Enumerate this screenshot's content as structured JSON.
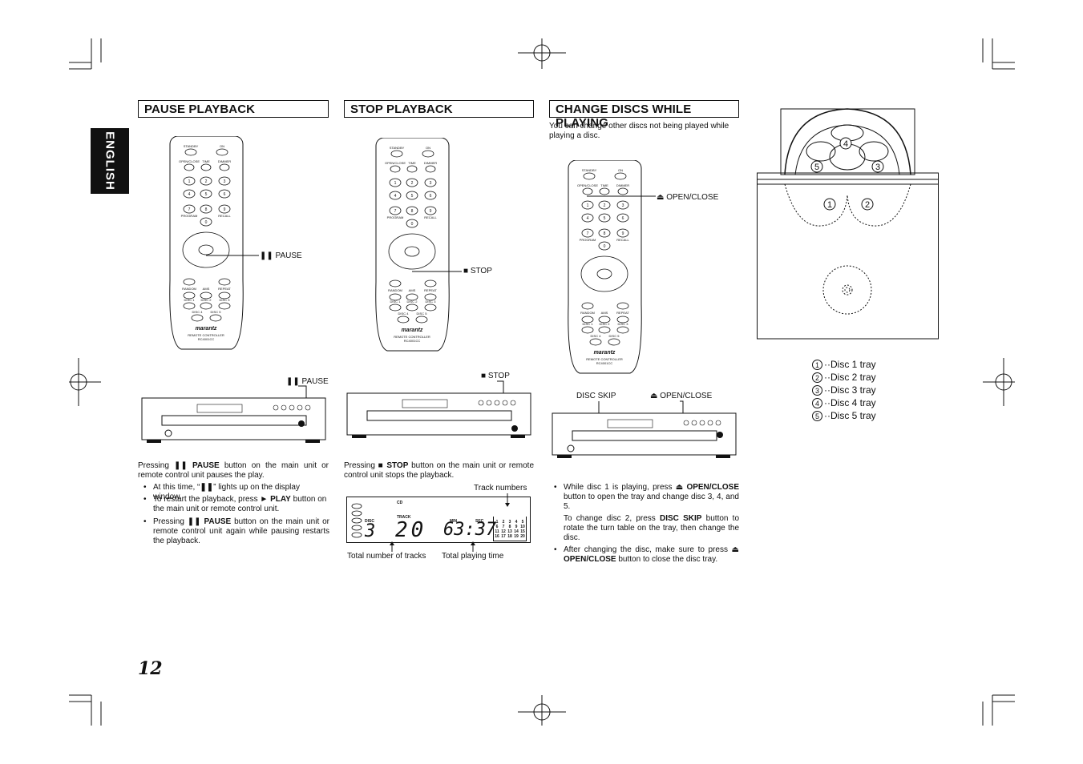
{
  "side_tab": "ENGLISH",
  "page_number": "12",
  "sections": {
    "pause": {
      "title": "PAUSE PLAYBACK",
      "remote_callout": "PAUSE",
      "unit_callout": "PAUSE",
      "body_1": "Pressing",
      "body_key": "PAUSE",
      "body_2": "button on the main unit or remote control unit pauses the play.",
      "bullet1_a": "At this time, “",
      "bullet1_b": "” lights up on the display window.",
      "bullet2_a": "To restart the playback, press",
      "bullet2_key": "PLAY",
      "bullet2_b": "button on the main unit or remote control unit.",
      "bullet3_a": "Pressing",
      "bullet3_key": "PAUSE",
      "bullet3_b": "button on the main unit or remote control unit again while pausing restarts the playback."
    },
    "stop": {
      "title": "STOP PLAYBACK",
      "remote_callout": "STOP",
      "unit_callout": "STOP",
      "body_1": "Pressing",
      "body_key": "STOP",
      "body_2": "button on the main unit or remote control unit stops the playback.",
      "track_numbers_label": "Track numbers",
      "total_tracks_label": "Total number of tracks",
      "total_time_label": "Total playing time",
      "display": {
        "cd": "CD",
        "track": "TRACK",
        "disc": "DISC",
        "min": "MIN",
        "sec": "SEC",
        "disc_digit": "3",
        "track_digits": "20",
        "time_digits": "63:37",
        "grid": [
          "1",
          "2",
          "3",
          "4",
          "5",
          "6",
          "7",
          "8",
          "9",
          "10",
          "11",
          "12",
          "13",
          "14",
          "15",
          "16",
          "17",
          "18",
          "19",
          "20"
        ]
      }
    },
    "change": {
      "title": "CHANGE DISCS WHILE PLAYING",
      "intro": "You can change other discs not being played while playing a disc.",
      "remote_callout": "OPEN/CLOSE",
      "unit_callout_skip": "DISC SKIP",
      "unit_callout_open": "OPEN/CLOSE",
      "bullet1_a": "While disc 1 is playing, press",
      "bullet1_key": "OPEN/CLOSE",
      "bullet1_b": "button to open the tray and change disc 3, 4, and 5.",
      "para_a": "To change disc 2, press",
      "para_key": "DISC SKIP",
      "para_b": "button to rotate the turn table on the tray, then change the disc.",
      "bullet2_a": "After changing the disc, make sure to press",
      "bullet2_key": "OPEN/CLOSE",
      "bullet2_b": "button to close the disc tray."
    }
  },
  "remote": {
    "standby": "STANDBY",
    "on": "ON",
    "open_close": "OPEN/CLOSE",
    "time": "TIME",
    "dimmer": "DIMMER",
    "program": "PROGRAM",
    "recall": "RECALL",
    "random": "RANDOM",
    "ams": "AMS",
    "repeat": "REPEAT",
    "disc1": "DISC 1",
    "disc2": "DISC 2",
    "disc3": "DISC 3",
    "disc4": "DISC 4",
    "disc5": "DISC 5",
    "brand": "marantz",
    "model_line1": "REMOTE CONTROLLER",
    "model_line2": "RC4001CC",
    "keys": [
      "1",
      "2",
      "3",
      "4",
      "5",
      "6",
      "7",
      "8",
      "9",
      "0"
    ]
  },
  "tray_diagram": {
    "items": [
      {
        "num": "1",
        "label": "··Disc 1 tray"
      },
      {
        "num": "2",
        "label": "··Disc 2 tray"
      },
      {
        "num": "3",
        "label": "··Disc 3 tray"
      },
      {
        "num": "4",
        "label": "··Disc 4 tray"
      },
      {
        "num": "5",
        "label": "··Disc 5 tray"
      }
    ]
  }
}
